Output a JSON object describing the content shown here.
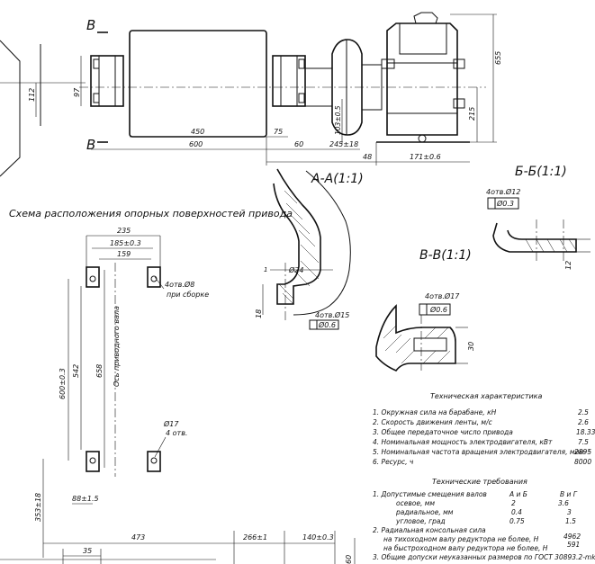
{
  "section_labels": {
    "aa": "А-А(1:1)",
    "bb": "Б-Б(1:1)",
    "vv": "В-В(1:1)",
    "b_left_top": "В",
    "b_left_bottom": "В"
  },
  "scheme_title": "Схема расположения опорных поверхностей привода",
  "top_dims": {
    "d450": "450",
    "d75": "75",
    "d600": "600",
    "d60": "60",
    "d245": "245±18",
    "d48": "48",
    "d171": "171±0.6",
    "d103": "103±0.5",
    "d215": "215",
    "d655": "655",
    "d97": "97",
    "d112": "112"
  },
  "scheme_dims": {
    "d235": "235",
    "d185": "185±0.3",
    "d159": "159",
    "holes_top": "4отв.Ø8",
    "holes_top_note": "при сборке",
    "d542": "542",
    "d658": "658",
    "d600": "600±0.3",
    "axis_note": "Ось приводного вала",
    "d353": "353±18",
    "d88": "88±1.5",
    "d473": "473",
    "d266": "266±1",
    "d140": "140±0.3",
    "d35": "35",
    "d60": "60",
    "holes_bot": "Ø17",
    "holes_bot_count": "4 отв."
  },
  "section_dims": {
    "aa_1": "1",
    "aa_24": "Ø24",
    "aa_18": "18",
    "aa_holes": "4отв.Ø15",
    "aa_tol": "Ø0.6",
    "bb_holes": "4отв.Ø12",
    "bb_tol": "Ø0.3",
    "bb_12": "12",
    "vv_holes": "4отв.Ø17",
    "vv_tol": "Ø0.6",
    "vv_30": "30"
  },
  "specs": {
    "title": "Техническая характеристика",
    "rows": [
      {
        "label": "1. Окружная сила на барабане, кН",
        "value": "2.5"
      },
      {
        "label": "2. Скорость движения ленты, м/с",
        "value": "2.6"
      },
      {
        "label": "3. Общее передаточное число привода",
        "value": "18.33"
      },
      {
        "label": "4. Номинальная мощность электродвигателя, кВт",
        "value": "7.5"
      },
      {
        "label": "5. Номинальная частота вращения электродвигателя, мин⁻¹",
        "value": "2895"
      },
      {
        "label": "6. Ресурс, ч",
        "value": "8000"
      }
    ]
  },
  "requirements": {
    "title": "Технические требования",
    "item1": "1. Допустимые смещения валов",
    "col_ab": "А и Б",
    "col_vg": "В и Г",
    "rows": [
      {
        "label": "осевое, мм",
        "ab": "2",
        "vg": "3.6"
      },
      {
        "label": "радиальное, мм",
        "ab": "0.4",
        "vg": "3"
      },
      {
        "label": "угловое, град",
        "ab": "0.75",
        "vg": "1.5"
      }
    ],
    "item2": "2. Радиальная консольная сила",
    "item2_rows": [
      {
        "label": "на тихоходном валу редуктора не более, Н",
        "value": "4962"
      },
      {
        "label": "на быстроходном валу редуктора не более, Н",
        "value": "591"
      }
    ],
    "item3": "3. Общие допуски неуказанных размеров по ГОСТ 30893.2-mk"
  }
}
